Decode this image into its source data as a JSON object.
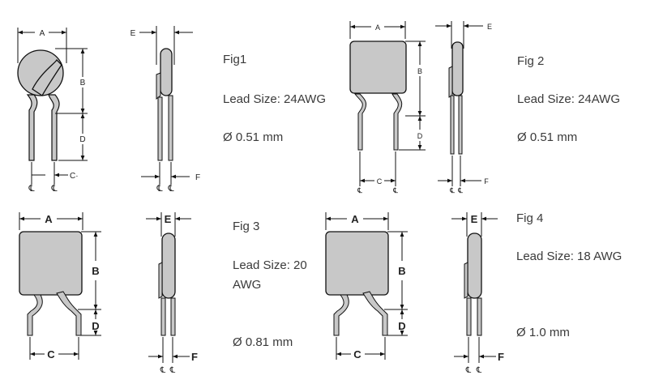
{
  "figures": [
    {
      "title": "Fig1",
      "lead_size": "Lead Size: 24AWG",
      "diameter": "Ø 0.51 mm"
    },
    {
      "title": "Fig 2",
      "lead_size": "Lead Size: 24AWG",
      "diameter": "Ø 0.51 mm"
    },
    {
      "title": "Fig 3",
      "lead_size_line1": "Lead Size: 20",
      "lead_size_line2": "AWG",
      "diameter": "Ø 0.81 mm"
    },
    {
      "title": "Fig 4",
      "lead_size": "Lead Size: 18 AWG",
      "diameter": "Ø 1.0 mm"
    }
  ],
  "dimension_labels": {
    "a": "A",
    "b": "B",
    "c": "C",
    "c_fig1": "C·",
    "d": "D",
    "e": "E",
    "f": "F",
    "centerline": "℄"
  },
  "colors": {
    "body_fill": "#c8c8c8",
    "outline": "#111111"
  }
}
